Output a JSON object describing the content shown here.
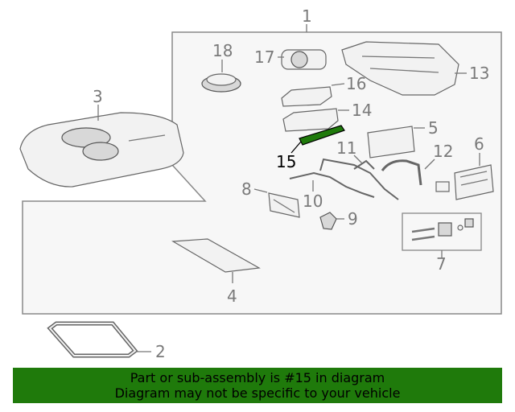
{
  "callouts": {
    "c1": "1",
    "c2": "2",
    "c3": "3",
    "c4": "4",
    "c5": "5",
    "c6": "6",
    "c7": "7",
    "c8": "8",
    "c9": "9",
    "c10": "10",
    "c11": "11",
    "c12": "12",
    "c13": "13",
    "c14": "14",
    "c15": "15",
    "c16": "16",
    "c17": "17",
    "c18": "18"
  },
  "highlight_color": "#1f7a0b",
  "banner": {
    "line1": "Part or sub-assembly is #15 in diagram",
    "line2": "Diagram may not be specific to your vehicle"
  }
}
